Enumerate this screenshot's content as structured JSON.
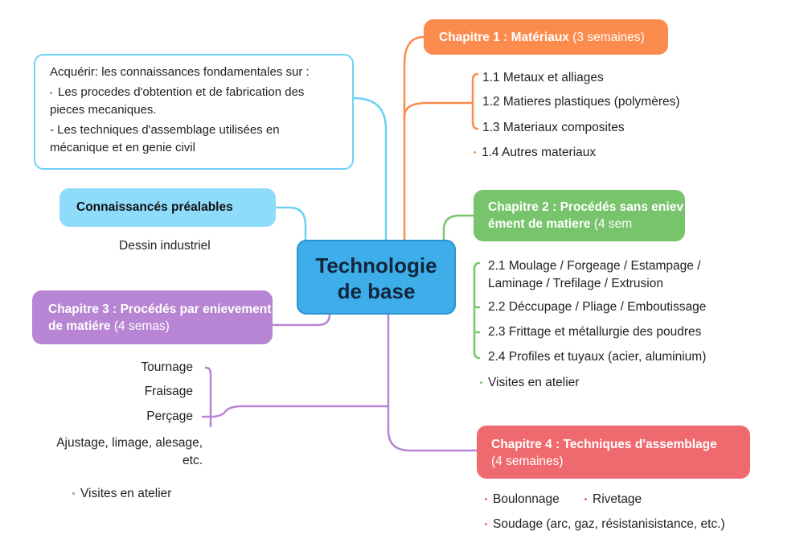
{
  "colors": {
    "center": "#3daee9",
    "ch1": "#fb8c4e",
    "ch2": "#78c46c",
    "ch3": "#b785d3",
    "ch4": "#ef6a6e",
    "cyan": "#6dd1f5"
  },
  "center": {
    "line1": "Technologie",
    "line2": "de base"
  },
  "goals": {
    "intro": "Acquérir: les connaissances fondamentales sur :",
    "item1": "Les procedes d'obtention et de fabrication des pieces mecaniques.",
    "item2": "- Les techniques d'assemblage utilisées en mécanique et en genie civil"
  },
  "prereq": {
    "title": "Connaissancés préalables",
    "item": "Dessin industriel"
  },
  "ch1": {
    "title": "Chapitre 1 : Matériaux",
    "duration": "(3 semaines)",
    "items": [
      "1.1 Metaux et alliages",
      "1.2 Matieres plastiques (polymères)",
      "1.3 Materiaux composites",
      "1.4 Autres materiaux"
    ]
  },
  "ch2": {
    "title": "Chapitre 2 : Procédés sans eniev​ément de matiere",
    "duration": "(4 sem",
    "items": [
      "2.1 Moulage / Forgeage / Estampage / Laminage /  Trefilage / Extrusion",
      "2.2 Déccupage / Pliage / Emboutissage",
      "2.3 Frittage et métallurgie des poudres",
      "2.4 Profiles et tuyaux (acier, aluminium)",
      "Visites en atelier"
    ]
  },
  "ch3": {
    "title": "Chapitre 3 : Procédés par enievement de matiére",
    "duration": "(4 semas)",
    "items": [
      "Tournage",
      "Fraisage",
      "Perçage",
      "Ajustage, limage, alesage, etc.",
      "Visites en atelier"
    ]
  },
  "ch4": {
    "title": "Chapitre 4 : Techniques d'assemblage",
    "duration": "(4 semaines)",
    "items": [
      "Boulonnage",
      "Rivetage",
      "Soudage (arc, gaz, résistanisistance, etc.)"
    ]
  }
}
